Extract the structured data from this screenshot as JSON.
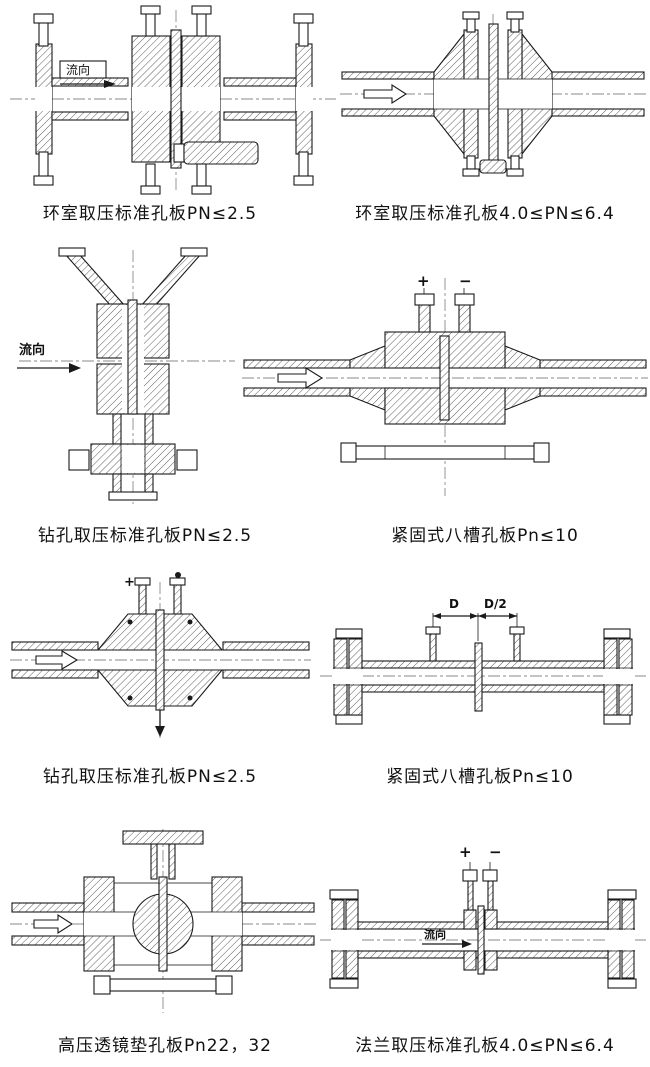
{
  "sheet": {
    "background": "#ffffff",
    "line_color": "#1a1a1a"
  },
  "figures": [
    {
      "caption": "环室取压标准孔板PN≤2.5",
      "labels": {
        "flow": "流向"
      }
    },
    {
      "caption": "环室取压标准孔板4.0≤PN≤6.4",
      "labels": {}
    },
    {
      "caption": "钻孔取压标准孔板PN≤2.5",
      "labels": {
        "flow": "流向"
      }
    },
    {
      "caption": "紧固式八槽孔板Pn≤10",
      "labels": {
        "plus": "+",
        "minus": "−"
      }
    },
    {
      "caption": "钻孔取压标准孔板PN≤2.5",
      "labels": {
        "plus": "+"
      }
    },
    {
      "caption": "紧固式八槽孔板Pn≤10",
      "labels": {
        "d": "D",
        "d_half": "D/2"
      }
    },
    {
      "caption": "高压透镜垫孔板Pn22，32",
      "labels": {}
    },
    {
      "caption": "法兰取压标准孔板4.0≤PN≤6.4",
      "labels": {
        "plus": "+",
        "minus": "−",
        "flow": "流向"
      }
    }
  ]
}
